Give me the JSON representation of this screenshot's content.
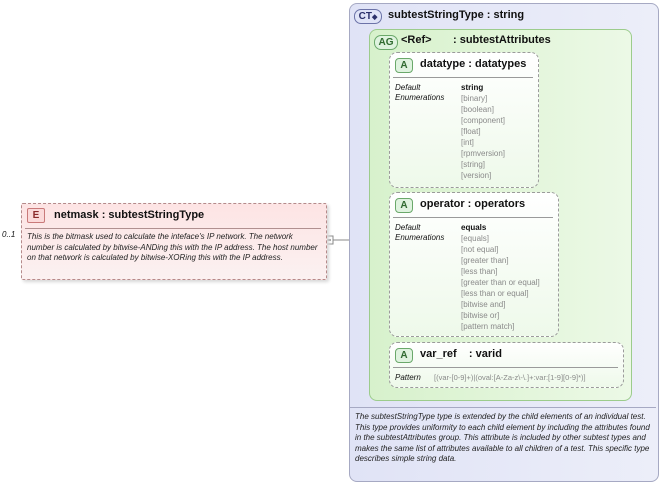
{
  "element": {
    "occurrence": "0..1",
    "badge": "E",
    "title": "netmask : subtestStringType",
    "documentation": "This is the bitmask used to calculate the inteface's IP network.  The network number is calculated by bitwise-ANDing this with the IP address. The host number on that network is calculated by bitwise-XORing this with the IP address."
  },
  "complex_type": {
    "badge": "CT",
    "title": "subtestStringType : string",
    "documentation": "The subtestStringType type is extended by the child elements of an individual test.  This type provides uniformity to each child element by including the attributes found in the subtestAttributes group.  This attribute is included by other subtest types and makes the same list of attributes available to all children of a test.  This specific type describes simple string data."
  },
  "attribute_group": {
    "badge": "AG",
    "ref": "<Ref>",
    "title": ": subtestAttributes"
  },
  "attributes": [
    {
      "badge": "A",
      "title": "datatype : datatypes",
      "default_label": "Default",
      "enum_label": "Enumerations",
      "default_value": "string",
      "enumerations": [
        "[binary]",
        "[boolean]",
        "[component]",
        "[float]",
        "[int]",
        "[rpmversion]",
        "[string]",
        "[version]"
      ]
    },
    {
      "badge": "A",
      "title": "operator : operators",
      "default_label": "Default",
      "enum_label": "Enumerations",
      "default_value": "equals",
      "enumerations": [
        "[equals]",
        "[not equal]",
        "[greater than]",
        "[less than]",
        "[greater than or equal]",
        "[less than or equal]",
        "[bitwise and]",
        "[bitwise or]",
        "[pattern match]"
      ]
    },
    {
      "badge": "A",
      "title": "var_ref    : varid",
      "pattern_label": "Pattern",
      "pattern_value": "[(var-[0-9]+)|(oval:[A-Za-z\\-\\.]+:var:[1-9][0-9]*)]"
    }
  ],
  "colors": {
    "element_bg": "#fde6e6",
    "complex_type_bg": "#e3e6f7",
    "group_bg": "#e6f7de"
  }
}
